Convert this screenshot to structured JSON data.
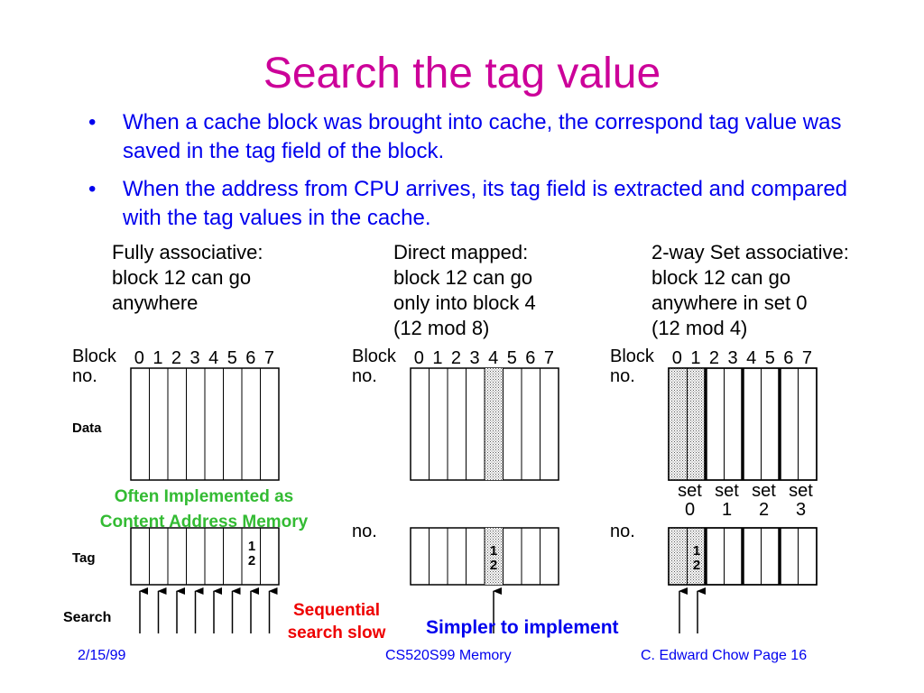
{
  "slide": {
    "title": "Search the tag value",
    "bullets": [
      {
        "marker": "•",
        "text": "When a cache block was brought into cache, the correspond tag value was saved in the tag field of the block."
      },
      {
        "marker": "•",
        "text": "When the address from CPU arrives, its tag field is extracted and compared with the tag values in the cache."
      }
    ]
  },
  "diagram": {
    "fully": {
      "caption": [
        "Fully associative:",
        "block 12 can go",
        "anywhere"
      ],
      "block_label": [
        "Block",
        "no."
      ],
      "data_label": "Data",
      "tag_label": "Tag",
      "search_label": "Search",
      "tag_value": [
        "1",
        "2"
      ],
      "annotation_green": [
        "Often Implemented as",
        "Content Address Memory"
      ],
      "annotation_red": [
        "Sequential",
        "search slow"
      ]
    },
    "direct": {
      "caption": [
        "Direct mapped:",
        "block 12 can go",
        "only into block 4",
        "(12 mod 8)"
      ],
      "block_label": [
        "Block",
        "no."
      ],
      "tag_no_label": "no.",
      "tag_value": [
        "1",
        "2"
      ],
      "annotation_blue": "Simpler to implement"
    },
    "setassoc": {
      "caption": [
        "2-way Set associative:",
        "block 12 can go",
        "anywhere in set 0",
        "(12 mod 4)"
      ],
      "block_label": [
        "Block",
        "no."
      ],
      "tag_no_label": "no.",
      "tag_value": [
        "1",
        "2"
      ],
      "set_labels": [
        "set",
        "set",
        "set",
        "set"
      ],
      "set_numbers": [
        "0",
        "1",
        "2",
        "3"
      ]
    },
    "block_numbers": [
      "0",
      "1",
      "2",
      "3",
      "4",
      "5",
      "6",
      "7"
    ]
  },
  "footer": {
    "date": "2/15/99",
    "course": "CS520S99 Memory",
    "author_page": "C. Edward Chow Page 16"
  },
  "colors": {
    "title": "#cc0099",
    "body_text": "#0000ee",
    "green_note": "#33bb33",
    "red_note": "#ee0000"
  }
}
